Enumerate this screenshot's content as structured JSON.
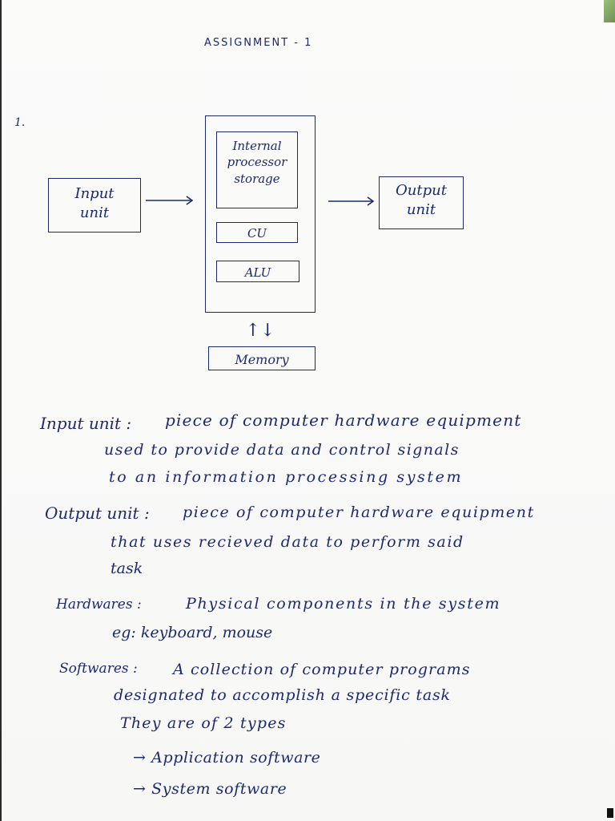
{
  "title": "ASSIGNMENT - 1",
  "question_number": "1.",
  "diagram": {
    "input_unit": "Input unit",
    "processor_storage": "Internal processor storage",
    "cu": "CU",
    "alu": "ALU",
    "output_unit": "Output unit",
    "memory": "Memory",
    "memory_arrows": "↑↓"
  },
  "notes": {
    "input_unit": {
      "term": "Input unit :",
      "line1": "piece of computer hardware equipment",
      "line2": "used to provide data and control signals",
      "line3": "to an information processing system"
    },
    "output_unit": {
      "term": "Output unit :",
      "line1": "piece of computer hardware equipment",
      "line2": "that uses recieved data to perform said",
      "line3": "task"
    },
    "hardwares": {
      "term": "Hardwares :",
      "line1": "Physical components in the system",
      "line2": "eg: keyboard, mouse"
    },
    "softwares": {
      "term": "Softwares :",
      "line1": "A collection of computer programs",
      "line2": "designated to accomplish a specific task",
      "line3": "They are of 2 types",
      "type1": "→ Application software",
      "type2": "→ System software"
    }
  }
}
